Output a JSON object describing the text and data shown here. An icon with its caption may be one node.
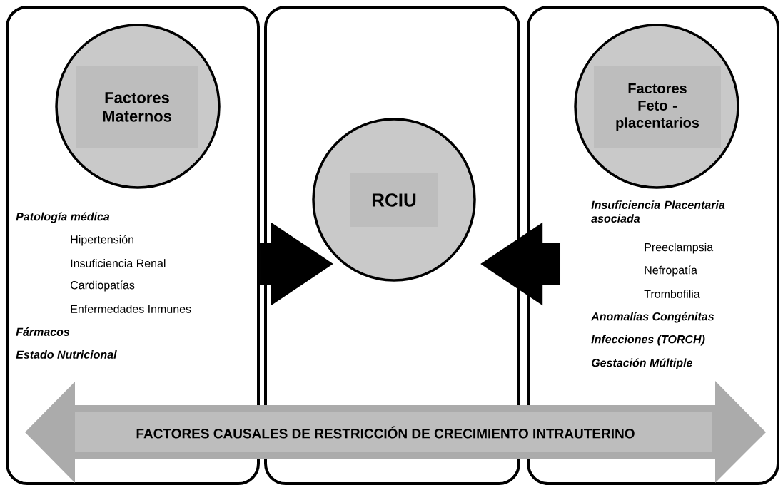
{
  "diagram": {
    "nodes": [
      {
        "text": [
          "Patología médica",
          "Hipertensión",
          "Insuficiencia Renal",
          "Cardiopatías",
          "Enfermedades Inmunes",
          "Fármacos",
          "Estado Nutricional"
        ]
      },
      {
        "text": [
          "Factores Maternos"
        ],
        "in": 0
      },
      {
        "text": [],
        "shape": "box"
      },
      {
        "text": [
          "RCIU"
        ],
        "in": 2
      },
      {
        "text": [
          "Insuficiencia  Placentaria asociada",
          "Preeclampsia",
          "Nefropatía",
          "Trombofilia",
          "Anomalías Congénitas",
          "Infecciones (TORCH)",
          "Gestación Múltiple"
        ]
      },
      {
        "text": [
          "Factores Feto - placentarios"
        ],
        "in": 4
      },
      {
        "text": [
          "FACTORES CAUSALES DE RESTRICCIÓN DE CRECIMIENTO INTRAUTERINO"
        ]
      }
    ],
    "edges": [
      {
        "from": 0,
        "to": 3,
        "arrow": "to"
      },
      {
        "from": 4,
        "to": 3,
        "arrow": "to"
      }
    ]
  }
}
